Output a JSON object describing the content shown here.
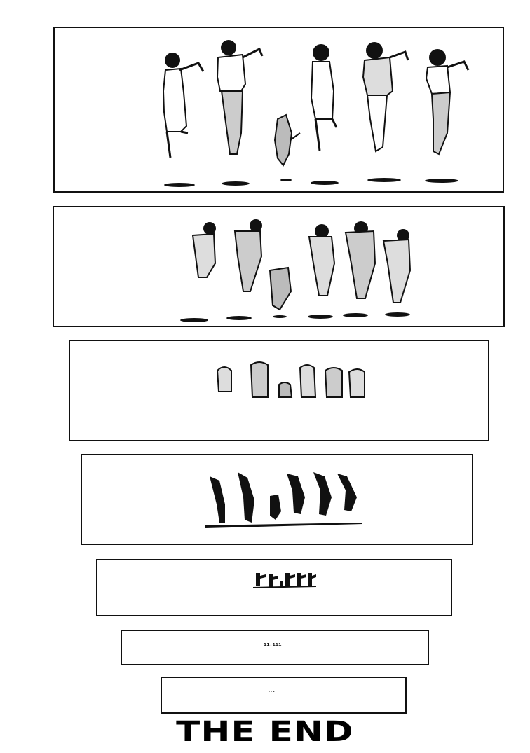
{
  "page": {
    "type": "manga-page",
    "background": "#ffffff",
    "ink": "#111111"
  },
  "panels": [
    {
      "id": 1,
      "content": "five people and a cat jumping, seen from behind, large",
      "figure_count": 6
    },
    {
      "id": 2,
      "content": "five people and a cat jumping, slightly smaller",
      "figure_count": 6
    },
    {
      "id": 3,
      "content": "five people and a cat crouching, small, seen from behind",
      "figure_count": 6
    },
    {
      "id": 4,
      "content": "silhouettes of five people and a cat leaping",
      "figure_count": 6
    },
    {
      "id": 5,
      "content": "tiny figures marching",
      "figure_count": 6
    },
    {
      "id": 6,
      "content": "very tiny dots of figures",
      "text": "ıı.ııı"
    },
    {
      "id": 7,
      "content": "barely visible dots",
      "text": "··-··"
    }
  ],
  "ending": {
    "title": "THE END"
  }
}
